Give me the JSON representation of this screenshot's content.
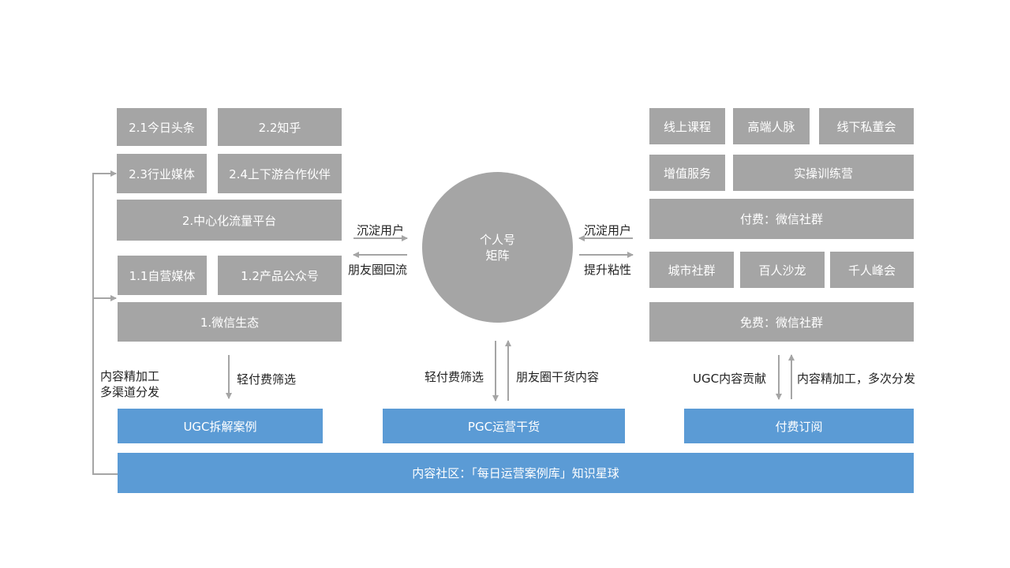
{
  "left_top": {
    "toutiao": "2.1今日头条",
    "zhihu": "2.2知乎",
    "industry_media": "2.3行业媒体",
    "partners": "2.4上下游合作伙伴",
    "platform": "2.中心化流量平台"
  },
  "left_bottom": {
    "own_media": "1.1自营媒体",
    "product_account": "1.2产品公众号",
    "wechat_ecosystem": "1.微信生态"
  },
  "center": {
    "circle_line1": "个人号",
    "circle_line2": "矩阵",
    "left_arrow_top": "沉淀用户",
    "left_arrow_bottom": "朋友圈回流",
    "right_arrow_top": "沉淀用户",
    "right_arrow_bottom": "提升粘性",
    "down_label": "轻付费筛选",
    "up_label": "朋友圈干货内容"
  },
  "right_top": {
    "online_course": "线上课程",
    "network": "高端人脉",
    "offline_board": "线下私董会",
    "value_added": "增值服务",
    "training_camp": "实操训练营",
    "paid_group": "付费：微信社群"
  },
  "right_bottom": {
    "city_group": "城市社群",
    "salon": "百人沙龙",
    "summit": "千人峰会",
    "free_group": "免费：微信社群"
  },
  "side_labels": {
    "left_loop_line1": "内容精加工",
    "left_loop_line2": "多渠道分发",
    "left_down": "轻付费筛选",
    "right_down": "UGC内容贡献",
    "right_up": "内容精加工，多次分发"
  },
  "bottom": {
    "ugc_cases": "UGC拆解案例",
    "pgc_content": "PGC运营干货",
    "paid_subscription": "付费订阅",
    "community": "内容社区：「每日运营案例库」知识星球"
  },
  "colors": {
    "gray": "#a5a5a5",
    "blue": "#5b9bd5",
    "line": "#a5a5a5"
  }
}
